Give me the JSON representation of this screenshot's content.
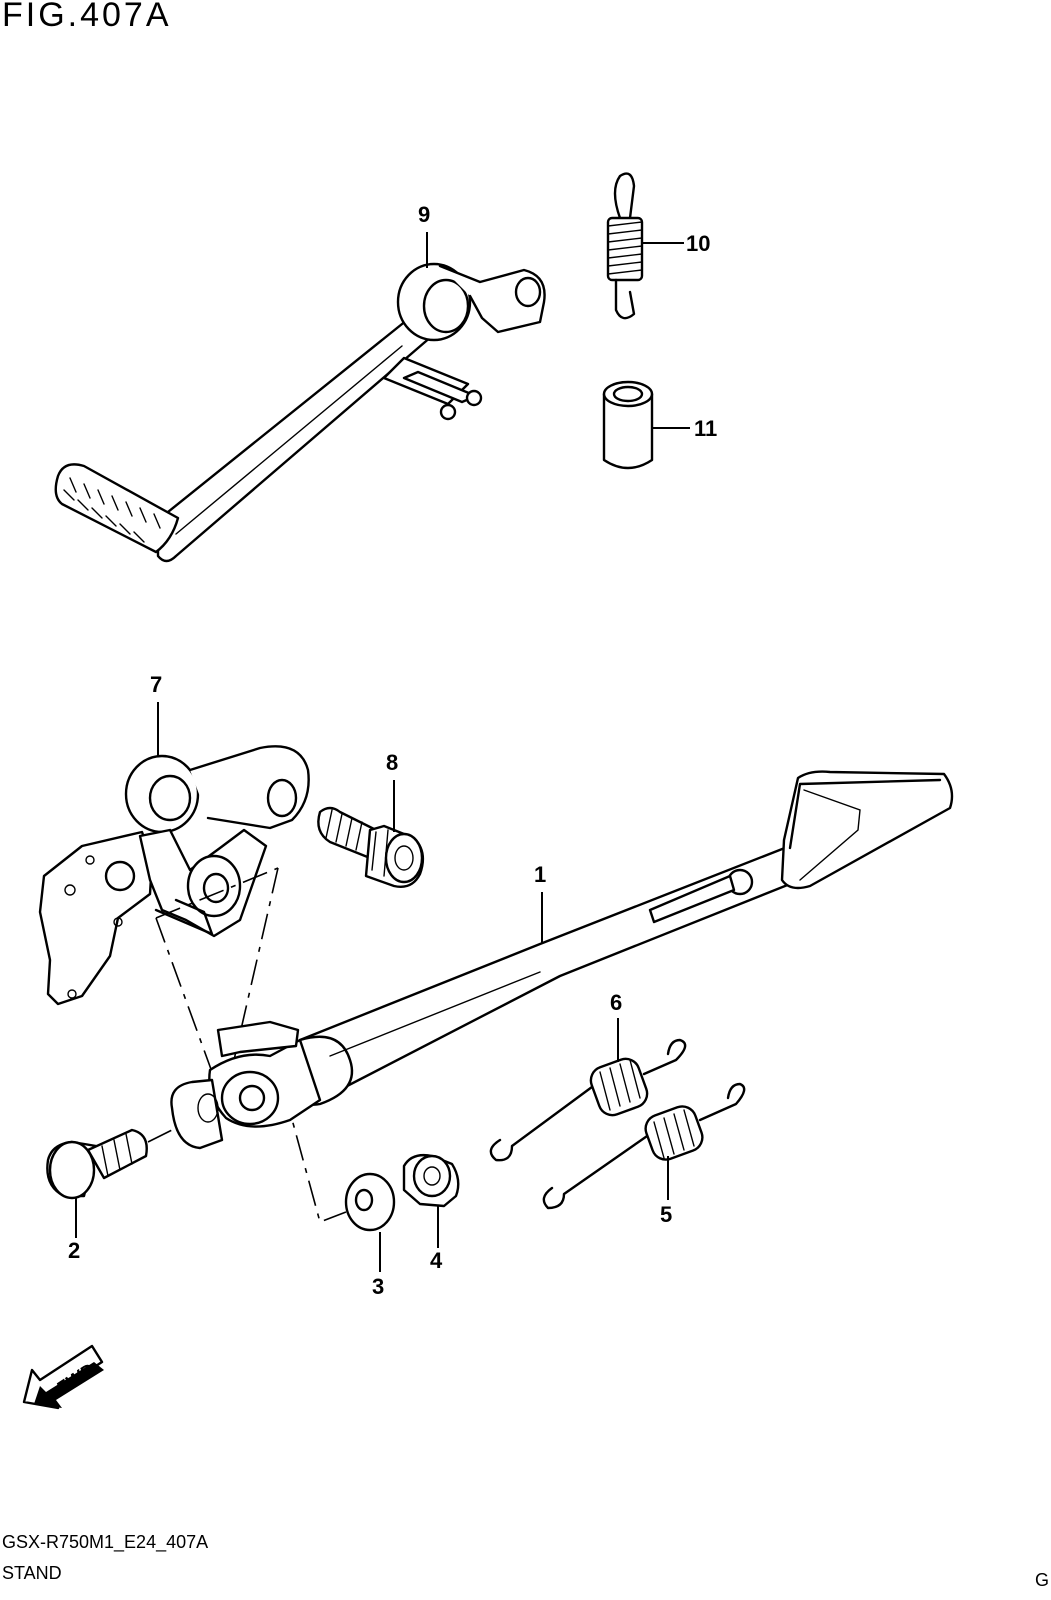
{
  "figure": {
    "title": "FIG.407A",
    "diagram_code": "GSX-R750M1_E24_407A",
    "section_name": "STAND",
    "corner_mark": "G"
  },
  "direction_arrow": {
    "label": "FWD"
  },
  "callouts": [
    {
      "id": "1",
      "label": "1"
    },
    {
      "id": "2",
      "label": "2"
    },
    {
      "id": "3",
      "label": "3"
    },
    {
      "id": "4",
      "label": "4"
    },
    {
      "id": "5",
      "label": "5"
    },
    {
      "id": "6",
      "label": "6"
    },
    {
      "id": "7",
      "label": "7"
    },
    {
      "id": "8",
      "label": "8"
    },
    {
      "id": "9",
      "label": "9"
    },
    {
      "id": "10",
      "label": "10"
    },
    {
      "id": "11",
      "label": "11"
    }
  ]
}
